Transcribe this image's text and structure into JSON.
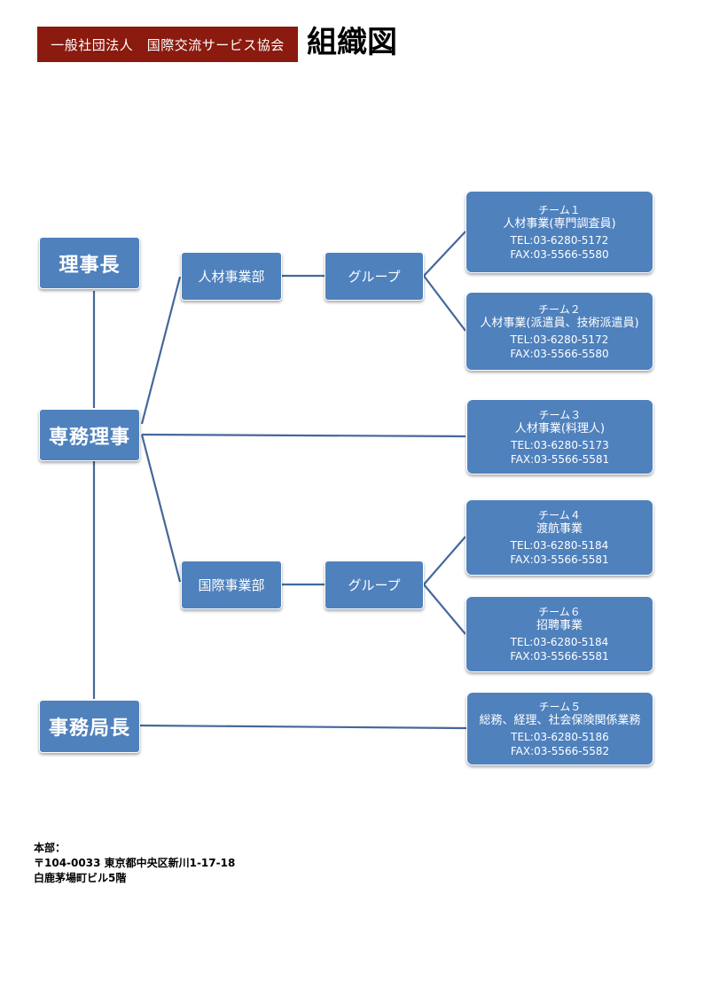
{
  "header": {
    "organization": "一般社団法人　国際交流サービス協会",
    "title": "組織図"
  },
  "executives": {
    "chairman": "理事長",
    "managing_director": "専務理事",
    "secretary_general": "事務局長"
  },
  "departments": {
    "human_resources": "人材事業部",
    "international": "国際事業部"
  },
  "groups": {
    "hr_group": "グループ",
    "intl_group": "グループ"
  },
  "teams": [
    {
      "name": "チーム１",
      "desc": "人材事業(専門調査員)",
      "tel": "TEL:03-6280-5172",
      "fax": "FAX:03-5566-5580"
    },
    {
      "name": "チーム２",
      "desc": "人材事業(派遣員、技術派遣員)",
      "tel": "TEL:03-6280-5172",
      "fax": "FAX:03-5566-5580"
    },
    {
      "name": "チーム３",
      "desc": "人材事業(料理人)",
      "tel": "TEL:03-6280-5173",
      "fax": "FAX:03-5566-5581"
    },
    {
      "name": "チーム４",
      "desc": "渡航事業",
      "tel": "TEL:03-6280-5184",
      "fax": "FAX:03-5566-5581"
    },
    {
      "name": "チーム６",
      "desc": "招聘事業",
      "tel": "TEL:03-6280-5184",
      "fax": "FAX:03-5566-5581"
    },
    {
      "name": "チーム５",
      "desc": "総務、経理、社会保険関係業務",
      "tel": "TEL:03-6280-5186",
      "fax": "FAX:03-5566-5582"
    }
  ],
  "headquarters": {
    "label": "本部：",
    "address1": "〒104-0033 東京都中央区新川1-17-18",
    "address2": "白鹿茅場町ビル5階"
  },
  "colors": {
    "box_fill": "#4f81bd",
    "connector": "#44689a",
    "banner": "#8b1a0f"
  }
}
